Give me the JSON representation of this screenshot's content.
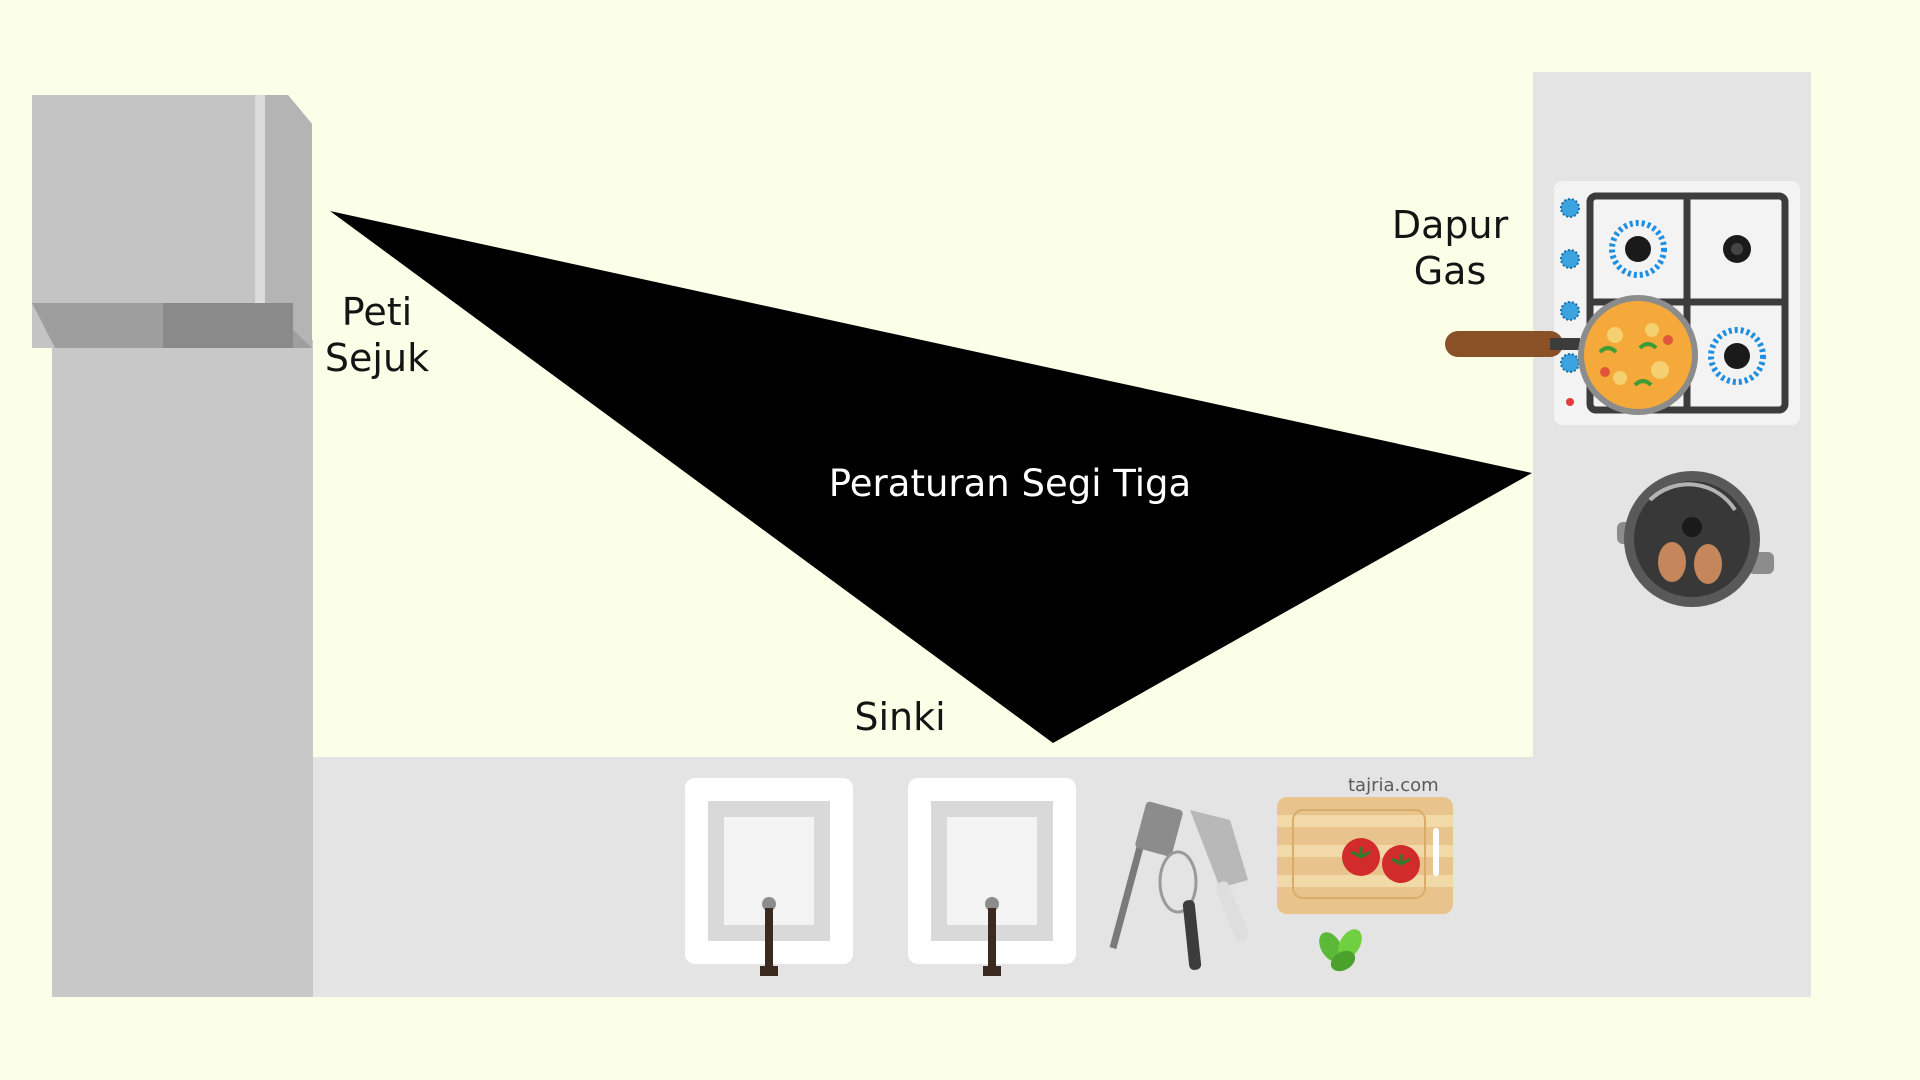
{
  "labels": {
    "fridge_line1": "Peti",
    "fridge_line2": "Sejuk",
    "stove_line1": "Dapur",
    "stove_line2": "Gas",
    "sink": "Sinki",
    "triangle": "Peraturan Segi Tiga"
  },
  "watermark": "tajria.com",
  "colors": {
    "background": "#fcffe8",
    "counter": "#e4e4e4",
    "fridge": "#c4c4c4",
    "triangle": "#000000",
    "burner_flame": "#1e8fe0"
  }
}
